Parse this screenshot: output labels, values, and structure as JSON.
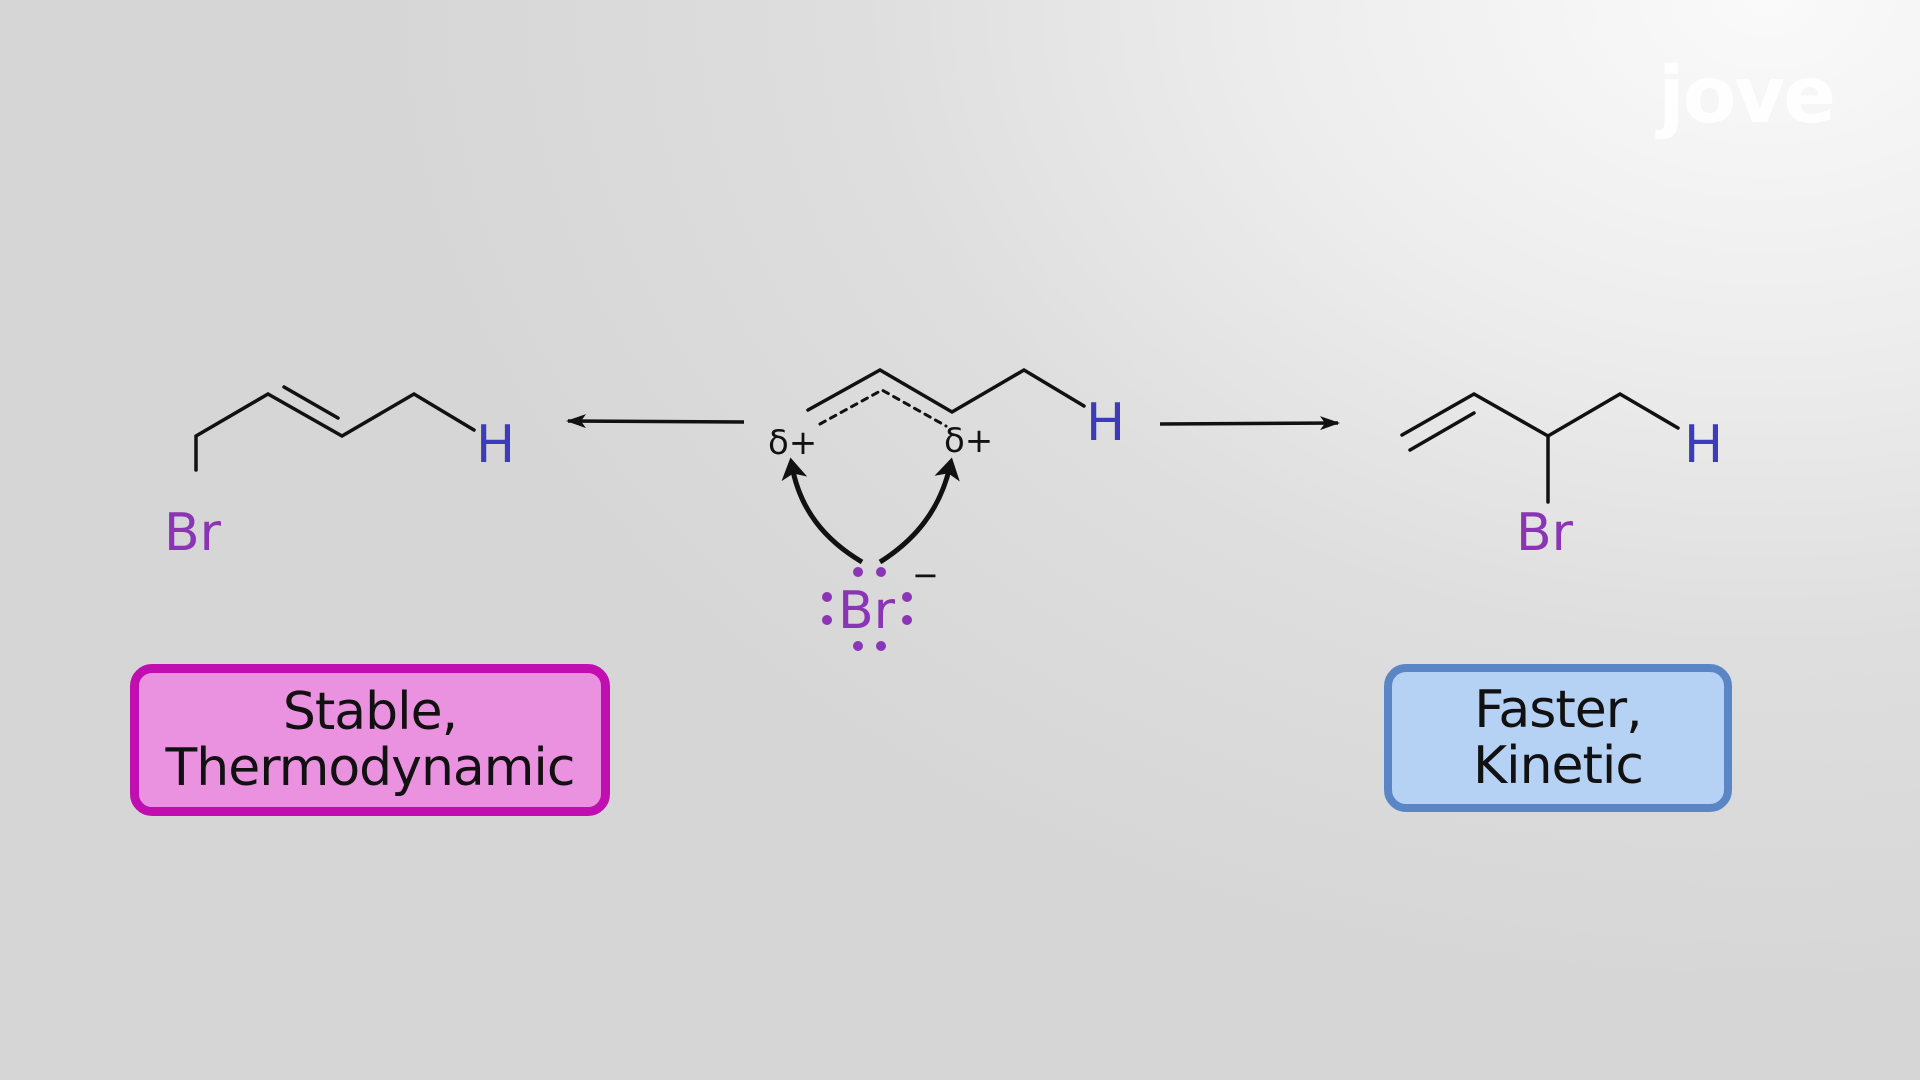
{
  "watermark": {
    "text": "jove"
  },
  "left_product": {
    "h_label": "H",
    "br_label": "Br"
  },
  "intermediate": {
    "h_label": "H",
    "delta_left": "δ+",
    "delta_right": "δ+",
    "nucleophile": "Br",
    "charge": "−"
  },
  "right_product": {
    "h_label": "H",
    "br_label": "Br"
  },
  "thermo_box": {
    "line1": "Stable,",
    "line2": "Thermodynamic"
  },
  "kinetic_box": {
    "line1": "Faster,",
    "line2": "Kinetic"
  },
  "colors": {
    "bond": "#111111",
    "hydrogen": "#3c3cbb",
    "bromine": "#8a35b5",
    "thermo_fill": "#ea92e0",
    "thermo_border": "#c10eb0",
    "kinetic_fill": "#b5d1f4",
    "kinetic_border": "#5b86c5"
  }
}
